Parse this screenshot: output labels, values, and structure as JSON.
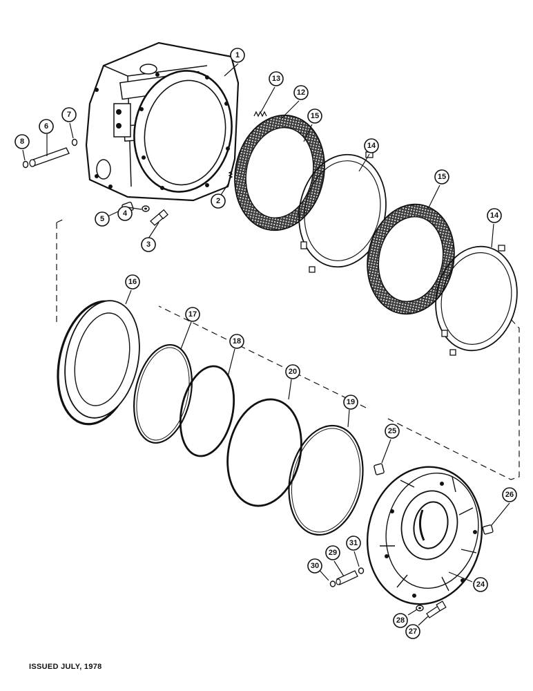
{
  "footer": {
    "issued": "ISSUED JULY, 1978"
  },
  "callouts": [
    "1",
    "2",
    "3",
    "4",
    "5",
    "6",
    "7",
    "8",
    "12",
    "13",
    "14",
    "14",
    "15",
    "15",
    "16",
    "17",
    "18",
    "19",
    "20",
    "24",
    "25",
    "26",
    "27",
    "28",
    "29",
    "30",
    "31"
  ],
  "colors": {
    "ink": "#111111",
    "paper": "#ffffff",
    "friction": "#2a2a2a"
  }
}
